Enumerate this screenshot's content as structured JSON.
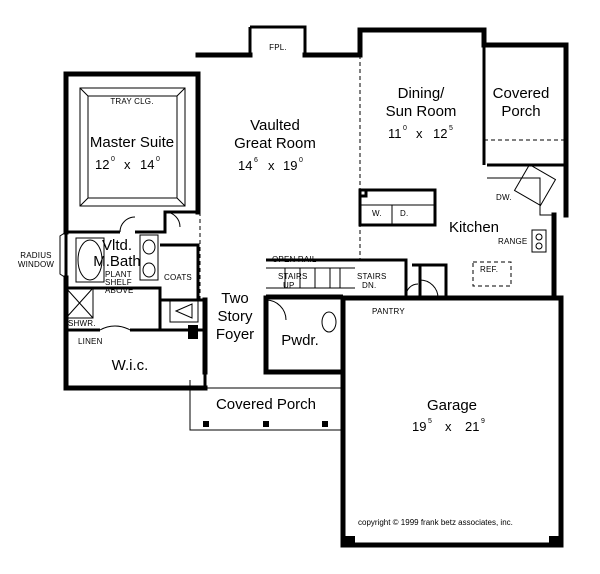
{
  "rooms": {
    "master_suite": {
      "name": "Master Suite",
      "dim_w": "12",
      "dim_w_sup": "0",
      "dim_h": "14",
      "dim_h_sup": "0"
    },
    "great_room": {
      "name_line1": "Vaulted",
      "name_line2": "Great Room",
      "dim_w": "14",
      "dim_w_sup": "6",
      "dim_h": "19",
      "dim_h_sup": "0"
    },
    "dining": {
      "name_line1": "Dining/",
      "name_line2": "Sun Room",
      "dim_w": "11",
      "dim_w_sup": "0",
      "dim_h": "12",
      "dim_h_sup": "5"
    },
    "covered_porch_rear": {
      "name_line1": "Covered",
      "name_line2": "Porch"
    },
    "kitchen": {
      "name": "Kitchen"
    },
    "vtd_bath": {
      "name_line1": "Vltd.",
      "name_line2": "M.Bath"
    },
    "foyer": {
      "name_line1": "Two",
      "name_line2": "Story",
      "name_line3": "Foyer"
    },
    "powder": {
      "name": "Pwdr."
    },
    "wic": {
      "name": "W.i.c."
    },
    "covered_porch_front": {
      "name": "Covered Porch"
    },
    "garage": {
      "name": "Garage",
      "dim_w": "19",
      "dim_w_sup": "5",
      "dim_h": "21",
      "dim_h_sup": "9"
    }
  },
  "labels": {
    "tray_clg": "TRAY CLG.",
    "fpl": "FPL.",
    "radius_window_1": "RADIUS",
    "radius_window_2": "WINDOW",
    "plant_shelf_1": "PLANT",
    "plant_shelf_2": "SHELF",
    "plant_shelf_3": "ABOVE",
    "coats": "COATS",
    "shwr": "SHWR.",
    "linen": "LINEN",
    "open_rail": "OPEN RAIL",
    "stairs_up_1": "STAIRS",
    "stairs_up_2": "UP",
    "stairs_dn_1": "STAIRS",
    "stairs_dn_2": "DN.",
    "dw": "DW.",
    "range": "RANGE",
    "ref": "REF.",
    "pantry": "PANTRY",
    "washer": "W.",
    "dryer": "D.",
    "copyright": "copyright  ©  1999 frank betz associates, inc."
  }
}
